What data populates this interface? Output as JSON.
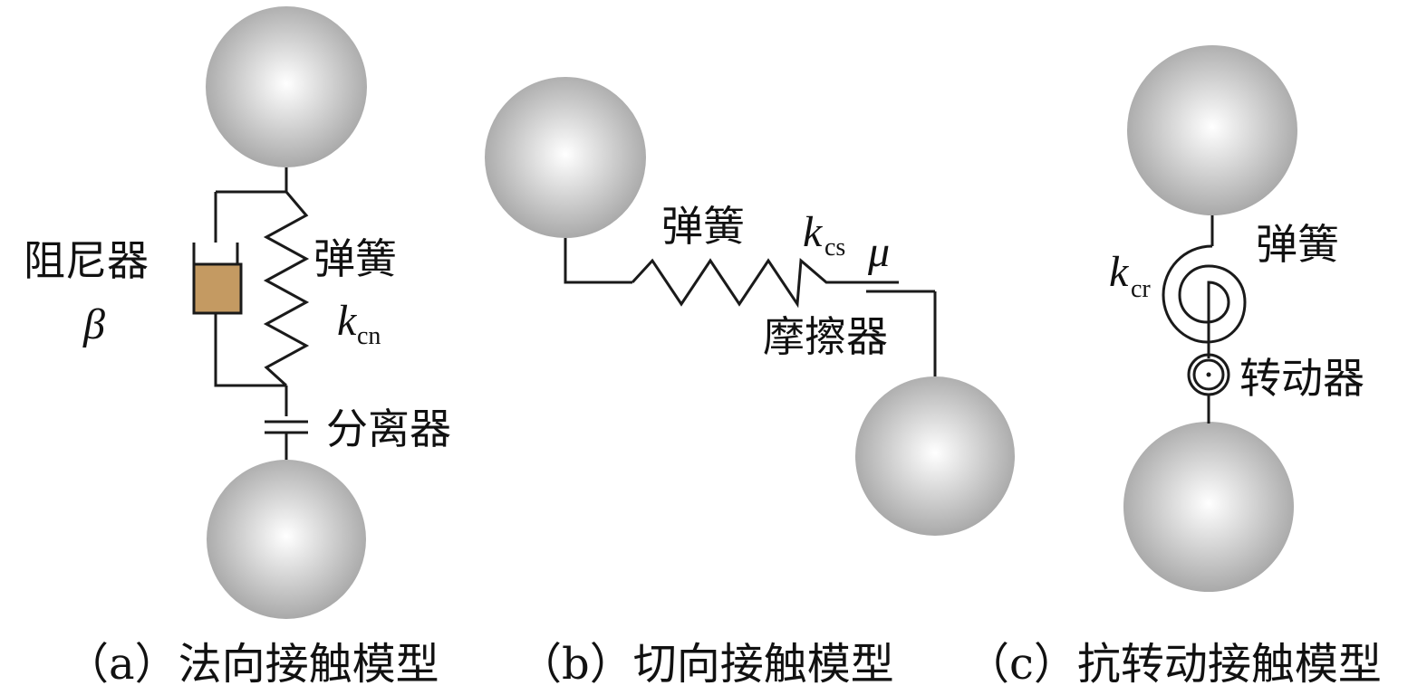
{
  "panel_a": {
    "damper_label": "阻尼器",
    "damper_symbol": "β",
    "spring_label": "弹簧",
    "spring_symbol": "k",
    "spring_subscript": "cn",
    "separator_label": "分离器",
    "caption": "（a）法向接触模型"
  },
  "panel_b": {
    "spring_label": "弹簧",
    "spring_symbol": "k",
    "spring_subscript": "cs",
    "friction_symbol": "μ",
    "friction_label": "摩擦器",
    "caption": "（b）切向接触模型"
  },
  "panel_c": {
    "spring_label": "弹簧",
    "spring_symbol": "k",
    "spring_subscript": "cr",
    "rotator_label": "转动器",
    "caption": "（c）抗转动接触模型"
  },
  "colors": {
    "sphere_light": "#ffffff",
    "sphere_dark": "#a4a4a4",
    "damper_fill": "#c49a62",
    "line": "#1a1a1a"
  }
}
